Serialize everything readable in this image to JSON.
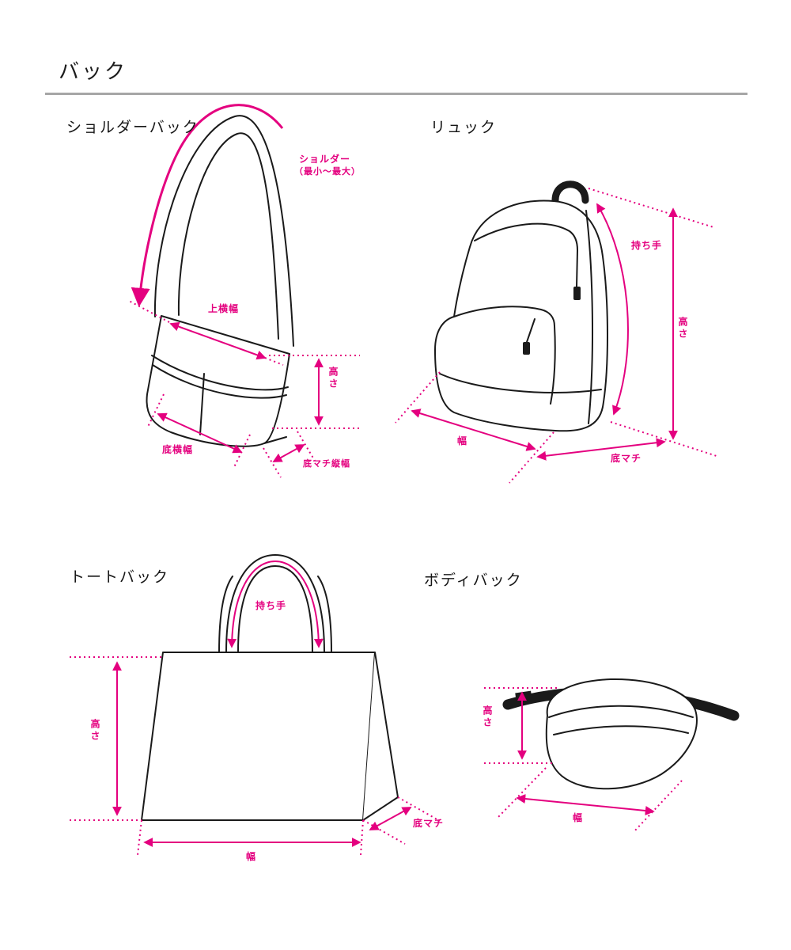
{
  "page": {
    "title": "バック"
  },
  "colors": {
    "accent": "#e4007f",
    "line": "#1a1a1a",
    "divider": "#a6a6a6"
  },
  "sections": {
    "shoulder": {
      "title": "ショルダーバック",
      "labels": {
        "shoulder_line1": "ショルダー",
        "shoulder_line2": "（最小〜最大）",
        "top_width": "上横幅",
        "height": "高さ",
        "bottom_width": "底横幅",
        "bottom_gusset_v": "底マチ縦幅"
      }
    },
    "backpack": {
      "title": "リュック",
      "labels": {
        "handle": "持ち手",
        "height": "高さ",
        "width": "幅",
        "bottom_gusset": "底マチ"
      }
    },
    "tote": {
      "title": "トートバック",
      "labels": {
        "handle": "持ち手",
        "height": "高さ",
        "width": "幅",
        "bottom_gusset": "底マチ"
      }
    },
    "body": {
      "title": "ボディバック",
      "labels": {
        "height": "高さ",
        "width": "幅"
      }
    }
  }
}
